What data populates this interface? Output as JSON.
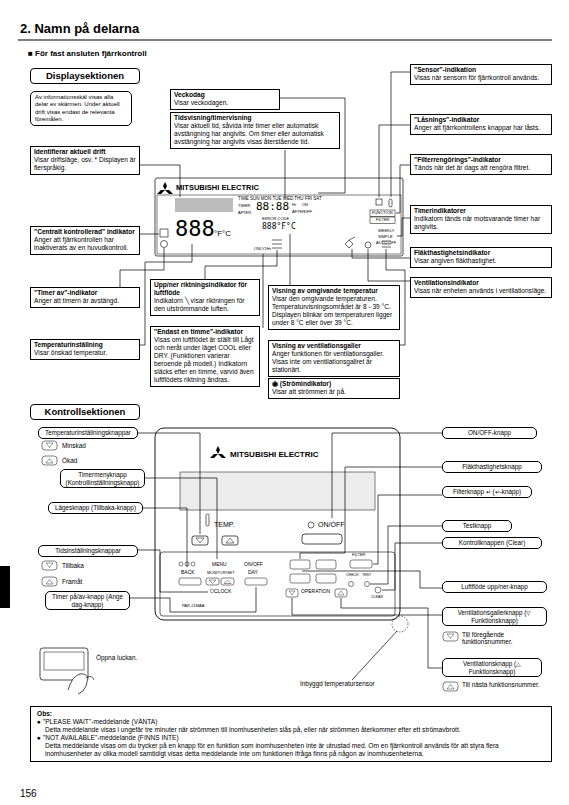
{
  "diagram": {
    "title": "2. Namn på delarna",
    "nodes": [
      {
        "text": [
          "Displaysektionen"
        ]
      },
      {
        "text": [
          "Av informationsskäl visas alla delar ev skärmen. Under aktuell drift visas endast de relevanta föremålen."
        ]
      },
      {
        "text": [
          "Veckodag",
          "Visar veckodagen."
        ]
      },
      {
        "text": [
          "Tidsvisning/timervisning",
          "Visar aktuell tid, såvida inte timer eller automatisk avstängning har angivits. Om timer eller automatisk avstängning har angivits visas återstående tid."
        ]
      },
      {
        "text": [
          "\"Sensor\"-indikation",
          "Visas när sensorn för fjärrkontroll används."
        ]
      },
      {
        "text": [
          "Identifierar aktuell drift",
          "Visar driftsläge, osv. * Displayen är flerspråkig."
        ]
      },
      {
        "text": [
          "\"Låsnings\"-indikator",
          "Anger att fjärrkontrollens knappar har låsts."
        ]
      },
      {
        "text": [
          "\"Filterrengörings\"-indikator",
          "Tänds när det är dags att rengöra filtret."
        ]
      },
      {
        "text": [
          "\"Centralt kontrollerad\" indikator",
          "Anger att fjärrkontrollen har inaktiverats av en huvudkontroll."
        ]
      },
      {
        "text": [
          "Timerindikatorer",
          "Indikatorn tänds när motsvarande timer har angivits."
        ]
      },
      {
        "text": [
          "Fläkthastighetsindikator",
          "Visar angiven fläkthastighet."
        ]
      },
      {
        "text": [
          "\"Timer av\"-indikator",
          "Anger att timern är avstängd."
        ]
      },
      {
        "text": [
          "Upp/ner riktningsindikator för luftflöde",
          "Indikatorn ╲ visar riktningen för den utströmmande luften."
        ]
      },
      {
        "text": [
          "Visning av omgivande temperatur",
          "Visar den omgivande temperaturen. Temperaturvisningsområdet är 8 - 39 °C. Displayen blinkar om temperaturen ligger under 8 °C eller över 39 °C."
        ]
      },
      {
        "text": [
          "Ventilationsindikator",
          "Visas när enheten används i ventilationsläge."
        ]
      },
      {
        "text": [
          "Temperaturinställning",
          "Visar önskad temperatur."
        ]
      },
      {
        "text": [
          "\"Endast en timme\"-indikator",
          "Visas om luftflödet är ställt till Lågt och neråt under läget COOL eller DRY. (Funktionen varierar beroende på modell.) Indikatorn släcks efter en timme, varvid även luftflödets riktning ändras."
        ]
      },
      {
        "text": [
          "Visning av ventilationsgaller",
          "Anger funktionen för ventilationsgaller. Visas inte om ventilationsgallret är stationärt."
        ]
      },
      {
        "text": [
          "◉ (Strömindikator)",
          "Visar att strömmen är på."
        ]
      },
      {
        "text": [
          "Kontrollsektionen"
        ]
      },
      {
        "text": [
          "Temperaturinställningsknappar"
        ]
      },
      {
        "text": [
          "Timermenyknapp (Kontrollinställningsknapp)"
        ]
      },
      {
        "text": [
          "Lägesknapp (Tillbaka-knapp)"
        ]
      },
      {
        "text": [
          "Tidsinställningsknappar"
        ]
      },
      {
        "text": [
          "Timer på/av-knapp (Ange dag-knapp)"
        ]
      },
      {
        "text": [
          "ON/OFF-knapp"
        ]
      },
      {
        "text": [
          "Fläkthastighetsknapp"
        ]
      },
      {
        "text": [
          "Filterknapp ↵ (↵-knapp)"
        ]
      },
      {
        "text": [
          "Testknapp"
        ]
      },
      {
        "text": [
          "Kontrollknappen (Clear)"
        ]
      },
      {
        "text": [
          "Luftflöde upp/ner-knapp"
        ]
      },
      {
        "text": [
          "Ventilationsgallerknapp (▽ Funktionsknapp)"
        ]
      },
      {
        "text": [
          "Ventilationsknapp (△ Funktionsknapp)"
        ]
      },
      {
        "text": [
          "Obs:",
          "● \"PLEASE WAIT\"-meddelande (VÄNTA)",
          "Detta meddelande visas i ungefär tre minuter när strömmen till inomhusenheten slås på, eller när strömmen återkommer efter ett strömavbrott.",
          "● \"NOT AVAILABLE\"-meddelande (FINNS INTE)",
          "Detta meddelande visas om du trycker på en knapp för en funktion som inomhusenheten inte är utrustad med. Om en fjärrkontroll används för att styra flera inomhusenheter av olika modell samtidigt visas detta meddelande inte om funktionen ifråga finns på någon av inomhusenheterna."
        ]
      }
    ],
    "labels": [
      "■ För fast ansluten fjärrkontroll",
      "MITSUBISHI ELECTRIC",
      "TIME SUN MON TUE WED THU FRI SAT",
      "TIMER",
      "AFTER",
      "88:88",
      "Hr",
      "ON",
      "AFTER",
      "OFF",
      "ERROR CODE",
      "888°F°C",
      "888",
      "°F°C",
      "FUNCTION",
      "FILTER",
      "WEEKLY",
      "SIMPLE",
      "AUTO OFF",
      "ONLY1Hr",
      "Minskad",
      "Ökad",
      "Tillbaka",
      "Framåt",
      "MITSUBISHI ELECTRIC",
      "TEMP.",
      "ON/OFF",
      "MENU",
      "ON/OFF",
      "BACK",
      "MONITOR/SET",
      "DAY",
      "CLOCK",
      "PAR-21MAA",
      "OPERATION",
      "FILTER",
      "CHECK",
      "TEST",
      "CLEAR",
      "Till föregående funktionsnummer.",
      "Till nästa funktionsnummer.",
      "Öppna luckan.",
      "Inbyggd temperatursensor",
      "156"
    ]
  }
}
